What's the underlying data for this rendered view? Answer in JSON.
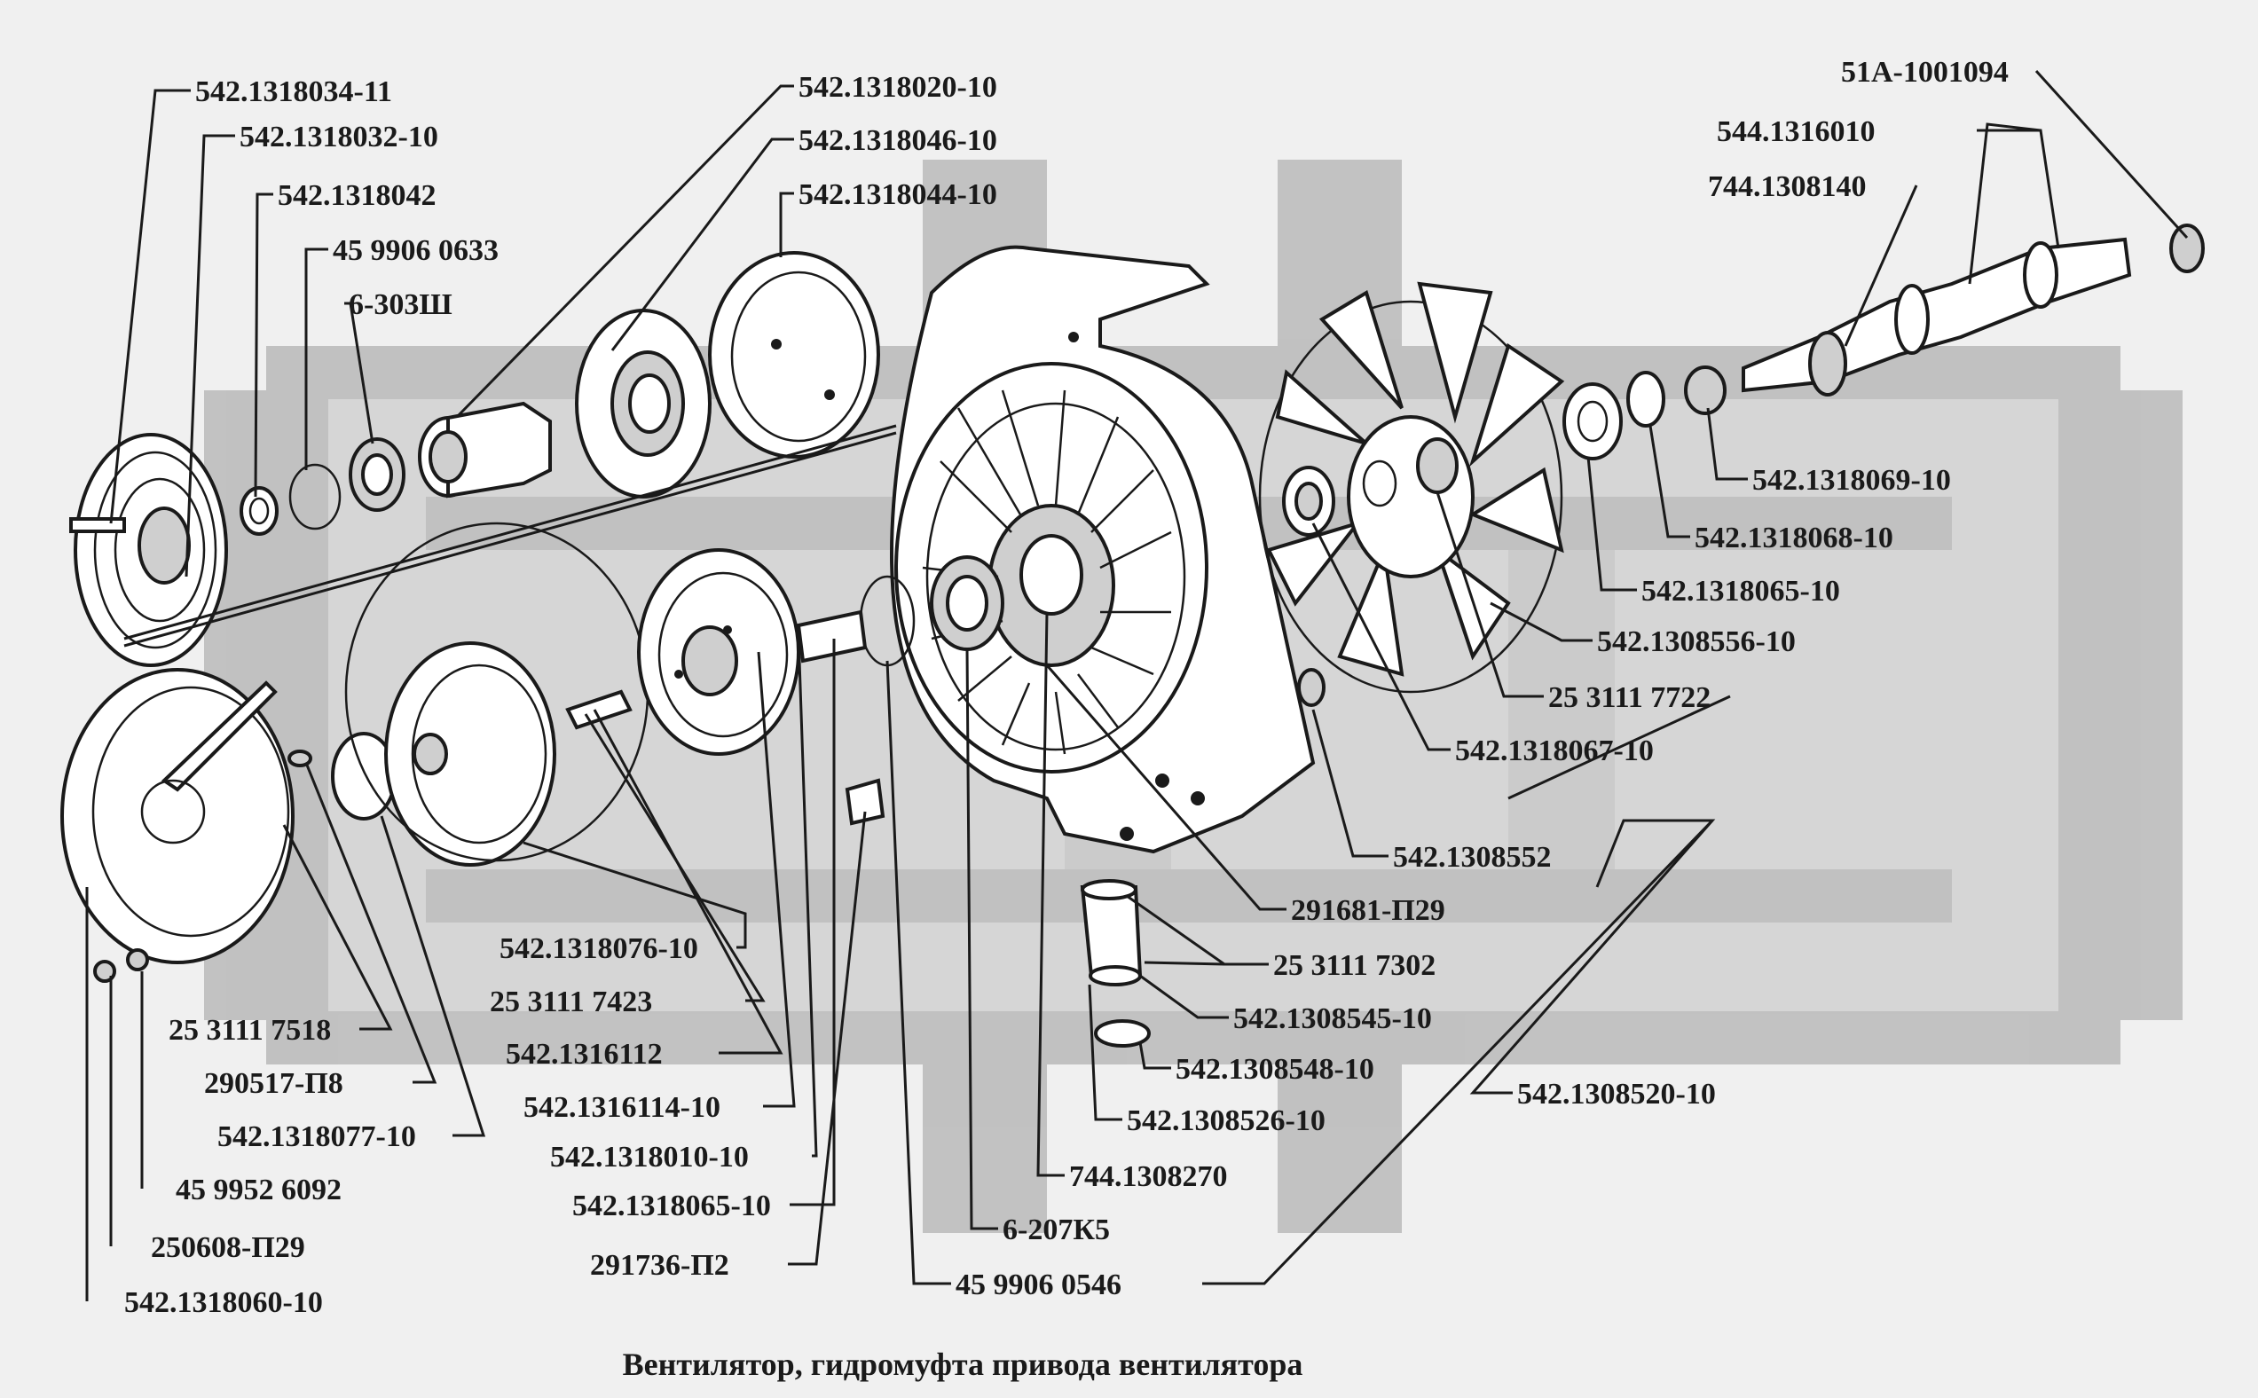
{
  "caption": "Вентилятор, гидромуфта привода вентилятора",
  "watermark": {
    "kind": "gear-logo",
    "color": "#bdbdbd"
  },
  "parts": [
    "542.1318034-11",
    "542.1318032-10",
    "542.1318042",
    "45 9906 0633",
    "6-303Ш",
    "542.1318020-10",
    "542.1318046-10",
    "542.1318044-10",
    "51А-1001094",
    "544.1316010",
    "744.1308140",
    "542.1318069-10",
    "542.1318068-10",
    "542.1318065-10",
    "542.1308556-10",
    "25 3111 7722",
    "542.1318067-10",
    "542.1308552",
    "291681-П29",
    "25 3111 7302",
    "542.1308545-10",
    "542.1308548-10",
    "542.1308526-10",
    "542.1308520-10",
    "744.1308270",
    "6-207К5",
    "45 9906 0546",
    "291736-П2",
    "542.1318065-10",
    "542.1318010-10",
    "542.1316114-10",
    "542.1316112",
    "25 3111 7423",
    "542.1318076-10",
    "542.1318077-10",
    "290517-П8",
    "25 3111 7518",
    "45 9952 6092",
    "250608-П29",
    "542.1318060-10"
  ]
}
